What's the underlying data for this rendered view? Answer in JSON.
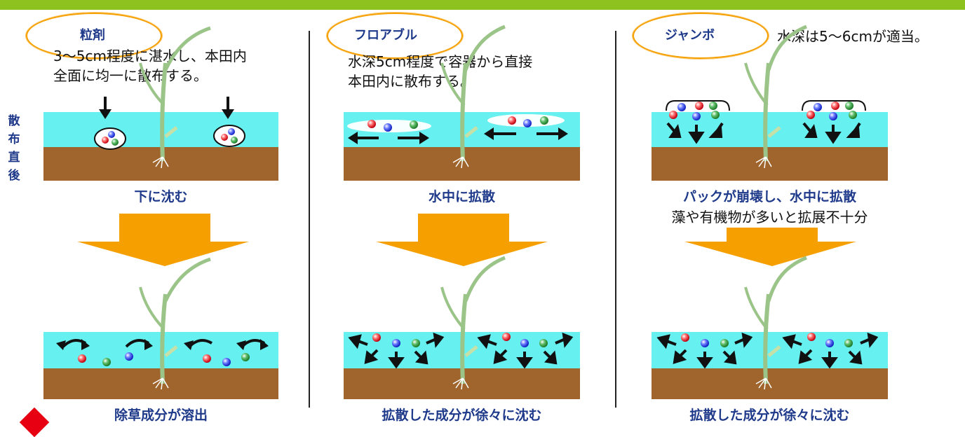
{
  "side_label": [
    "散",
    "布",
    "直",
    "後"
  ],
  "columns": [
    {
      "title": "粒剤",
      "description": [
        "3～5cm程度に湛水し、本田内",
        "全面に均一に散布する。"
      ],
      "caption_top": "下に沈む",
      "caption_top_sub": "",
      "caption_bottom": "除草成分が溶出"
    },
    {
      "title": "フロアブル",
      "description": [
        "水深5cm程度で容器から直接",
        "本田内に散布する。"
      ],
      "caption_top": "水中に拡散",
      "caption_top_sub": "",
      "caption_bottom": "拡散した成分が徐々に沈む"
    },
    {
      "title": "ジャンボ",
      "description": [
        "水深は5～6cmが適当。"
      ],
      "caption_top": "パックが崩壊し、水中に拡散",
      "caption_top_sub": "藻や有機物が多いと拡展不十分",
      "caption_bottom": "拡散した成分が徐々に沈む"
    }
  ],
  "colors": {
    "top_bar": "#8dc21f",
    "water": "#66f0f0",
    "soil": "#a0652d",
    "big_arrow": "#f5a000",
    "title_text": "#1f3a8a",
    "oval_border": "#f59f00",
    "plant": "#9bc488"
  }
}
